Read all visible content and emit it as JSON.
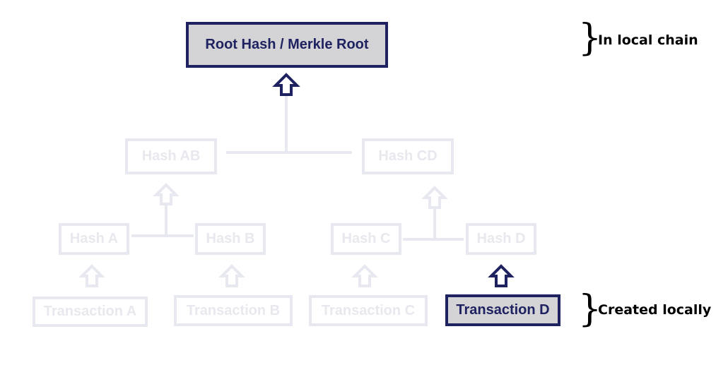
{
  "colors": {
    "active_border": "#1f2260",
    "active_fill": "#d4d4d6",
    "dim": "#e8e8f0"
  },
  "nodes": {
    "root": "Root Hash / Merkle Root",
    "hash_ab": "Hash AB",
    "hash_cd": "Hash CD",
    "hash_a": "Hash A",
    "hash_b": "Hash B",
    "hash_c": "Hash C",
    "hash_d": "Hash D",
    "tx_a": "Transaction A",
    "tx_b": "Transaction B",
    "tx_c": "Transaction C",
    "tx_d": "Transaction D"
  },
  "annotations": {
    "top": "In local chain",
    "bottom": "Created locally"
  },
  "brace_symbol": "}"
}
